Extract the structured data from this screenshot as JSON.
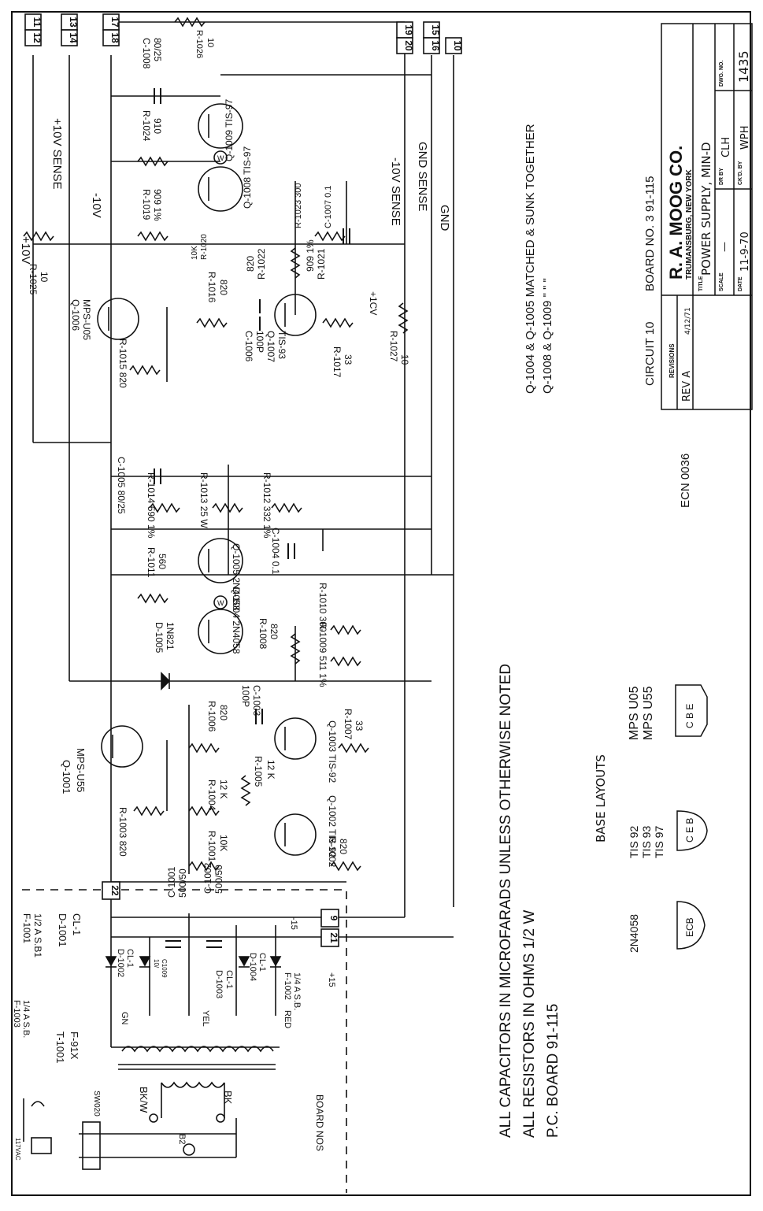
{
  "title_block": {
    "company": "R. A. MOOG CO.",
    "location": "TRUMANSBURG, NEW YORK",
    "title_label": "TITLE",
    "title": "POWER SUPPLY, MIN-D",
    "scale_label": "SCALE",
    "scale": "—",
    "dr_by_label": "DR BY",
    "dr_by": "CLH",
    "date_label": "DATE",
    "date": "11-9-70",
    "ckd_by_label": "CK'D. BY",
    "ckd_by": "WPH",
    "dwg_no_label": "DWG. NO.",
    "dwg_no": "1435",
    "revisions_label": "REVISIONS",
    "rev": "REV A",
    "rev_date": "4/12/71"
  },
  "header_notes": {
    "circuit": "CIRCUIT 10",
    "board": "BOARD NO. 3   91-115",
    "ecn": "ECN 0036"
  },
  "notes": {
    "line1": "ALL CAPACITORS IN MICROFARADS   UNLESS OTHERWISE NOTED",
    "line2": "ALL RESISTORS IN OHMS   1/2 W",
    "line3": "P.C. BOARD      91-115"
  },
  "matching_notes": {
    "line1": "Q-1004 & Q-1005 MATCHED & SUNK TOGETHER",
    "line2": "Q-1008 & Q-1009  \"   \"   \""
  },
  "base_layouts": {
    "title": "BASE LAYOUTS",
    "group1_parts": "2N4058",
    "group1_pins": "ECB",
    "group2_parts": [
      "TIS 92",
      "TIS 93",
      "TIS 97"
    ],
    "group2_pins": "C E B",
    "group3_parts": [
      "MPS U05",
      "MPS U55"
    ],
    "group3_pins": "C B E"
  },
  "terminals": [
    "11",
    "12",
    "13",
    "14",
    "17",
    "18",
    "19",
    "20",
    "15",
    "16",
    "10",
    "22",
    "9",
    "21"
  ],
  "rail_labels": {
    "plus10v": "+10V",
    "plus10v_sense": "+10V SENSE",
    "minus10v": "-10V",
    "minus10v_sense": "-10V SENSE",
    "gnd_sense": "GND SENSE",
    "gnd": "GND",
    "plus_cv": "+1CV",
    "plus15": "+15",
    "minus15": "-15"
  },
  "components": {
    "f1003": [
      "F-1003",
      "1/4 A S.B."
    ],
    "t1001": [
      "T-1001",
      "F-91X"
    ],
    "sw": "SW020",
    "line": "117VAC",
    "bkw": "BK/W",
    "b2": "B2",
    "bk": "BK",
    "gn": "GN",
    "yel": "YEL",
    "red": "RED",
    "board_nos": "BOARD NOS",
    "f1001": [
      "F-1001",
      "1/2 A S.B1"
    ],
    "d1001": [
      "D-1001",
      "CL-1"
    ],
    "d1002": [
      "D-1002",
      "CL-1"
    ],
    "c1001": [
      "C-1001",
      "500/50"
    ],
    "c1009": [
      "10/",
      "C1009"
    ],
    "d1003": [
      "D-1003",
      "CL-1"
    ],
    "d1004": [
      "D-1004",
      "CL-1"
    ],
    "c1002": [
      "C-1002",
      "500/50"
    ],
    "f1002": [
      "F-1002",
      "1/4 A S.B."
    ],
    "q1001": [
      "Q-1001",
      "MPS-U55"
    ],
    "r1003": "R-1003 820",
    "r1001": [
      "R-1001",
      "10K"
    ],
    "r1004": [
      "R-1004",
      "12 K"
    ],
    "r1005": [
      "R-1005",
      "12 K"
    ],
    "r1006": [
      "R-1006",
      "820"
    ],
    "q1002": "Q-1002 TIS-92",
    "r1002": [
      "R-1002",
      "820"
    ],
    "c1003": [
      "C-1003",
      "100P"
    ],
    "q1003": "Q-1003 TIS-92",
    "r1007": [
      "R-1007",
      "33"
    ],
    "d1005": [
      "D-1005",
      "1N821"
    ],
    "r1008": [
      "R-1008",
      "820"
    ],
    "r1009": "R-1009 511 1%",
    "r1010": "R-1010 300",
    "q1004": "Q-1004 2N4058",
    "q1005": "Q-1005 2N4058",
    "r1011": [
      "R-1011",
      "560"
    ],
    "c1004": "C-1004 0.1",
    "r1014": "R-1014 590 1%",
    "r1013": "R-1013 25 W",
    "r1012": "R-1012 332 1%",
    "c1005": "C-1005 80/25",
    "q1006": [
      "Q-1006",
      "MPS-U05"
    ],
    "r1015": "R-1015 820",
    "r1016": [
      "R-1016",
      "820"
    ],
    "c1006": [
      "C-1006",
      "100P"
    ],
    "q1007": [
      "Q-1007",
      "TIS-93"
    ],
    "r1017": [
      "R-1017",
      "33"
    ],
    "r1027": [
      "R-1027",
      "10"
    ],
    "r1025": [
      "R-1025",
      "10"
    ],
    "r1019": [
      "R-1019",
      "909 1%"
    ],
    "r1020": [
      "R-1020",
      "10K"
    ],
    "r1022": [
      "R-1022",
      "820"
    ],
    "r1021": [
      "R-1021",
      "909 1%"
    ],
    "r1023": "R-1023 300",
    "c1007": "C-1007 0.1",
    "q1008": "Q-1008 TIS-97",
    "q1009": "Q-1009 TIS-97",
    "r1024": [
      "R-1024",
      "910"
    ],
    "c1008": [
      "C-1008",
      "80/25"
    ],
    "r1026": [
      "R-1026",
      "10"
    ],
    "w": "W"
  }
}
